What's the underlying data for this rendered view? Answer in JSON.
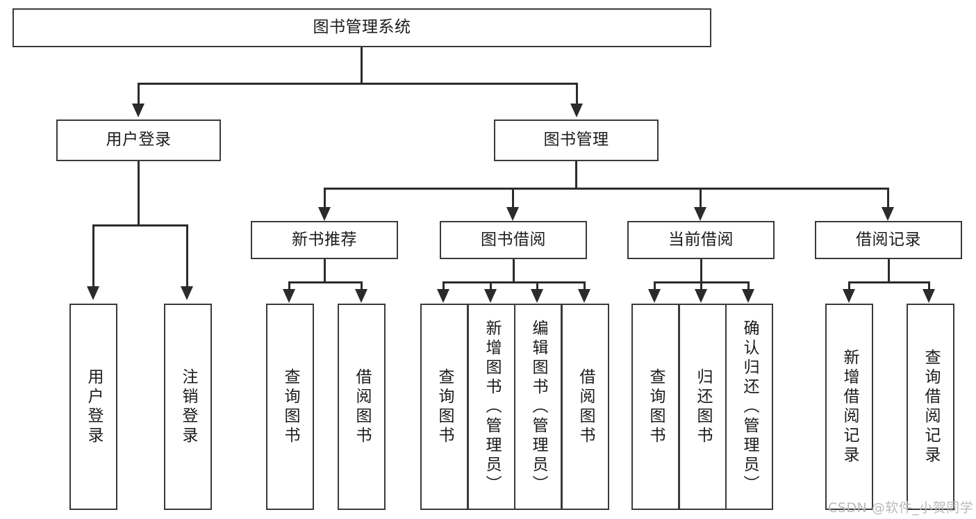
{
  "diagram": {
    "title": "图书管理系统",
    "watermark": "CSDN @软件_小贺同学"
  },
  "root": {
    "label": "图书管理系统"
  },
  "level1": [
    {
      "label": "用户登录"
    },
    {
      "label": "图书管理"
    }
  ],
  "level2": [
    {
      "label": "新书推荐"
    },
    {
      "label": "图书借阅"
    },
    {
      "label": "当前借阅"
    },
    {
      "label": "借阅记录"
    }
  ],
  "leaves": {
    "user_login": [
      {
        "label": "用户登录"
      },
      {
        "label": "注销登录"
      }
    ],
    "new_book": [
      {
        "label": "查询图书"
      },
      {
        "label": "借阅图书"
      }
    ],
    "borrow": [
      {
        "label": "查询图书"
      },
      {
        "label": "新增图书（管理员）"
      },
      {
        "label": "编辑图书（管理员）"
      },
      {
        "label": "借阅图书"
      }
    ],
    "current": [
      {
        "label": "查询图书"
      },
      {
        "label": "归还图书"
      },
      {
        "label": "确认归还（管理员）"
      }
    ],
    "records": [
      {
        "label": "新增借阅记录"
      },
      {
        "label": "查询借阅记录"
      }
    ]
  },
  "colors": {
    "border": "#3a3a3a",
    "line": "#2b2b2b",
    "text": "#1b1b1b",
    "background": "#ffffff",
    "watermark": "#b9b9b9"
  }
}
